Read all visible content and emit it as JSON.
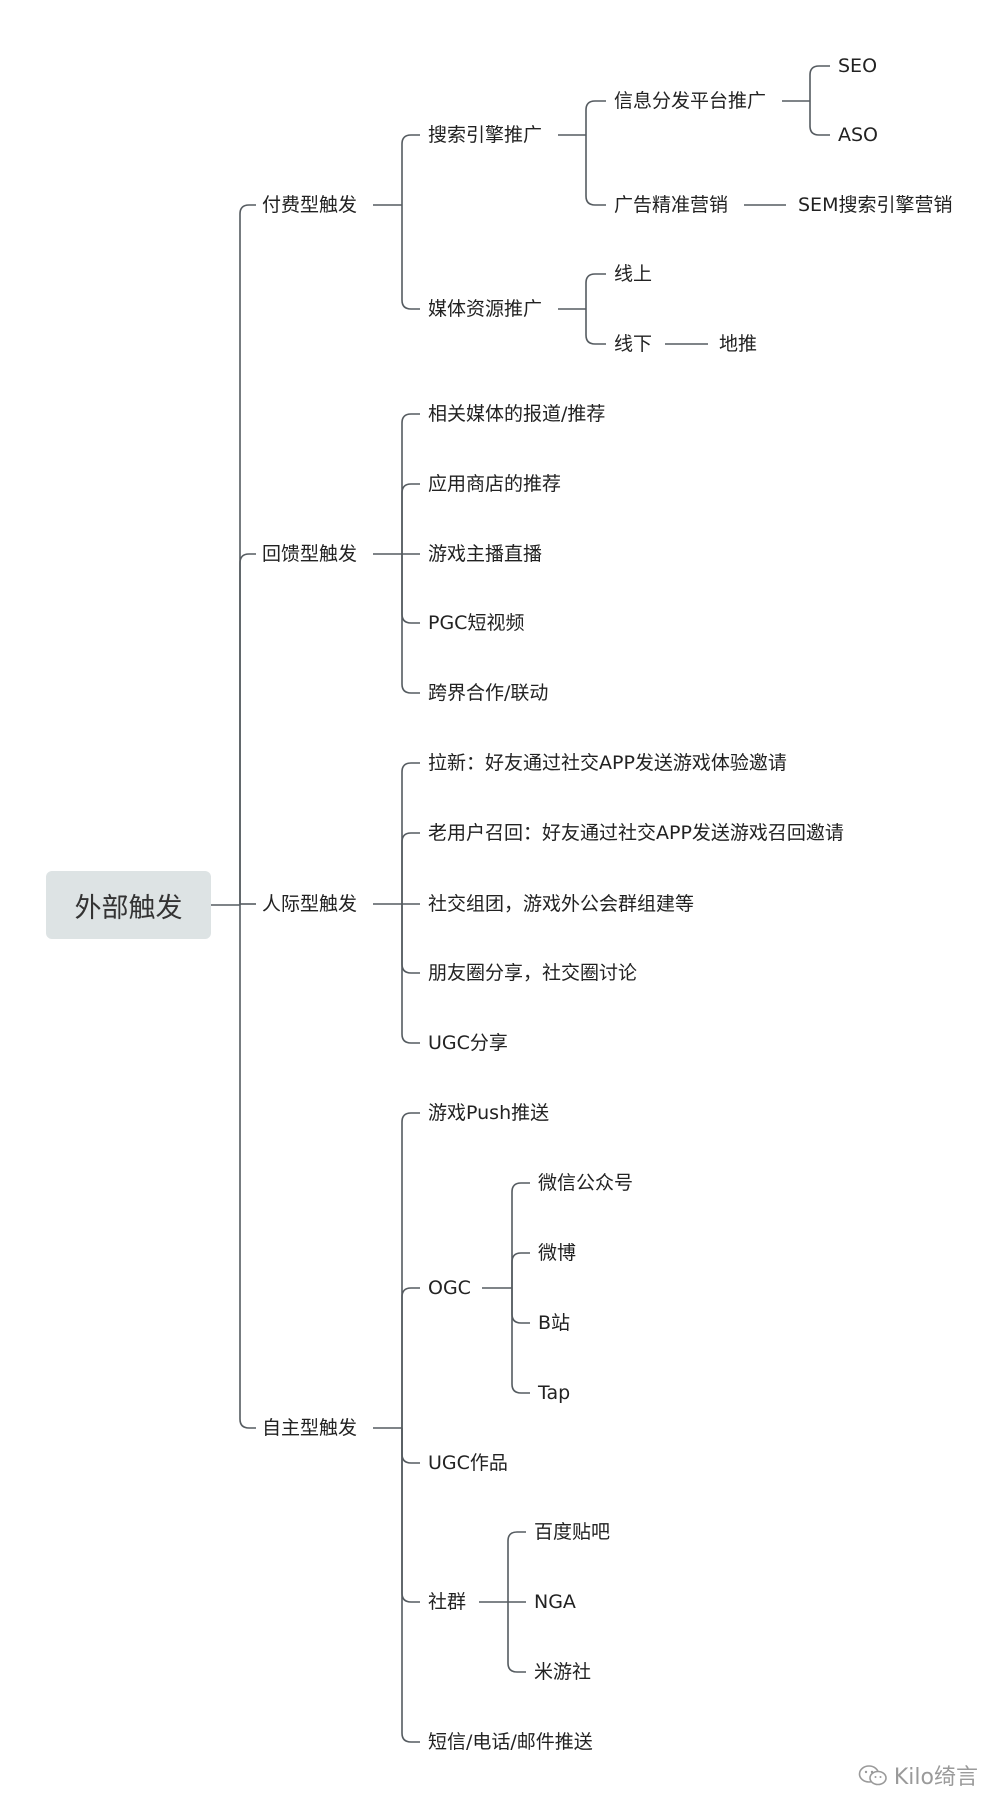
{
  "root": {
    "label": "外部触发",
    "children": [
      {
        "label": "付费型触发",
        "children": [
          {
            "label": "搜索引擎推广",
            "children": [
              {
                "label": "信息分发平台推广",
                "children": [
                  {
                    "label": "SEO"
                  },
                  {
                    "label": "ASO"
                  }
                ]
              },
              {
                "label": "广告精准营销",
                "children": [
                  {
                    "label": "SEM搜索引擎营销"
                  }
                ]
              }
            ]
          },
          {
            "label": "媒体资源推广",
            "children": [
              {
                "label": "线上"
              },
              {
                "label": "线下",
                "children": [
                  {
                    "label": "地推"
                  }
                ]
              }
            ]
          }
        ]
      },
      {
        "label": "回馈型触发",
        "children": [
          {
            "label": "相关媒体的报道/推荐"
          },
          {
            "label": "应用商店的推荐"
          },
          {
            "label": "游戏主播直播"
          },
          {
            "label": "PGC短视频"
          },
          {
            "label": "跨界合作/联动"
          }
        ]
      },
      {
        "label": "人际型触发",
        "children": [
          {
            "label": "拉新：好友通过社交APP发送游戏体验邀请"
          },
          {
            "label": "老用户召回：好友通过社交APP发送游戏召回邀请"
          },
          {
            "label": "社交组团，游戏外公会群组建等"
          },
          {
            "label": "朋友圈分享，社交圈讨论"
          },
          {
            "label": "UGC分享"
          }
        ]
      },
      {
        "label": "自主型触发",
        "children": [
          {
            "label": "游戏Push推送"
          },
          {
            "label": "OGC",
            "children": [
              {
                "label": "微信公众号"
              },
              {
                "label": "微博"
              },
              {
                "label": "B站"
              },
              {
                "label": "Tap"
              }
            ]
          },
          {
            "label": "UGC作品"
          },
          {
            "label": "社群",
            "children": [
              {
                "label": "百度贴吧"
              },
              {
                "label": "NGA"
              },
              {
                "label": "米游社"
              }
            ]
          },
          {
            "label": "短信/电话/邮件推送"
          }
        ]
      }
    ]
  },
  "watermark": {
    "icon": "wechat-icon",
    "text": "Kilo绮言"
  },
  "colors": {
    "line": "#555b60",
    "root_fill": "#dde3e4",
    "text": "#222222"
  }
}
